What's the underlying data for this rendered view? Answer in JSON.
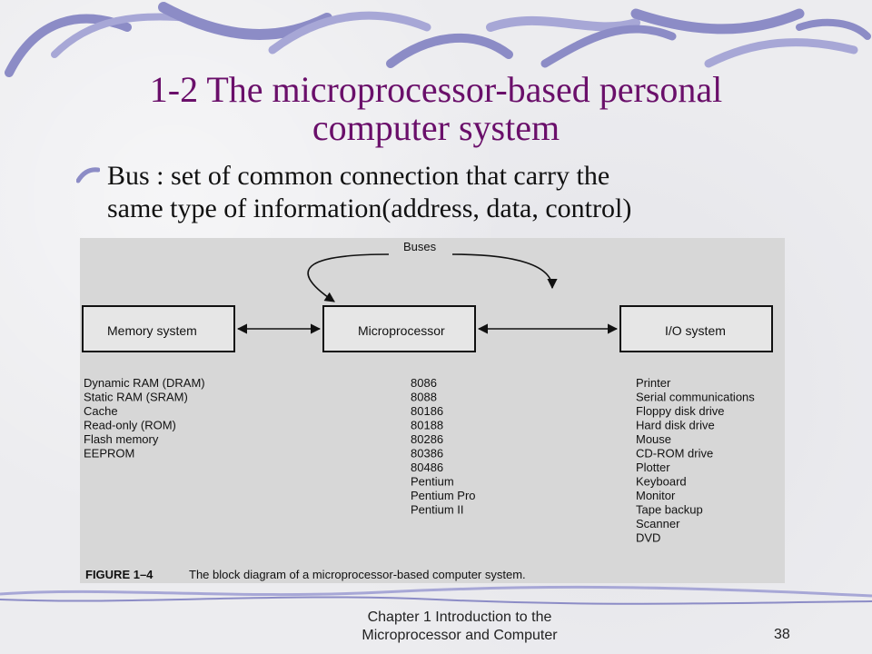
{
  "slide": {
    "title_line1": "1-2 The microprocessor-based personal",
    "title_line2": "computer system",
    "bullet": {
      "line1": "Bus : set of common connection that carry the",
      "line2": "same type of information(address, data, control)"
    }
  },
  "figure": {
    "buses_label": "Buses",
    "boxes": {
      "memory": "Memory system",
      "microprocessor": "Microprocessor",
      "io": "I/O system"
    },
    "memory_items": [
      "Dynamic RAM (DRAM)",
      "Static RAM (SRAM)",
      "Cache",
      "Read-only (ROM)",
      "Flash memory",
      "EEPROM"
    ],
    "microprocessor_items": [
      "8086",
      "8088",
      "80186",
      "80188",
      "80286",
      "80386",
      "80486",
      "Pentium",
      "Pentium Pro",
      "Pentium II"
    ],
    "io_items": [
      "Printer",
      "Serial communications",
      "Floppy disk drive",
      "Hard disk drive",
      "Mouse",
      "CD-ROM drive",
      "Plotter",
      "Keyboard",
      "Monitor",
      "Tape backup",
      "Scanner",
      "DVD"
    ],
    "caption_label": "FIGURE 1–4",
    "caption_text": "The block diagram of a microprocessor-based computer system."
  },
  "footer": {
    "chapter_line1": "Chapter 1  Introduction to the",
    "chapter_line2": "Microprocessor and Computer",
    "page": "38"
  },
  "colors": {
    "title": "#6a0f6a",
    "decoration": "#8c8cc6"
  }
}
